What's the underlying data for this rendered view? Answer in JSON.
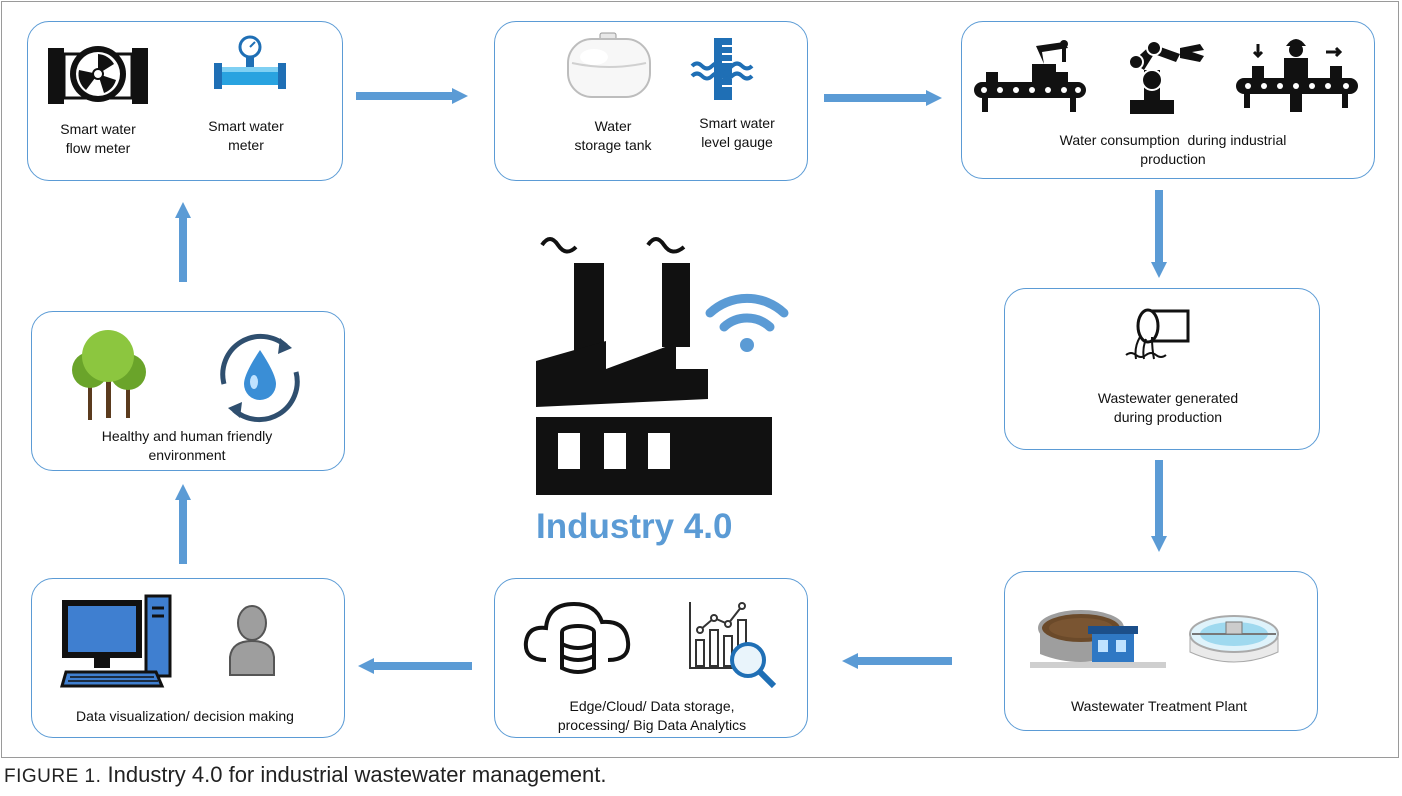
{
  "colors": {
    "accent": "#5b9bd5",
    "icon_dark": "#111111",
    "border": "#5b9bd5"
  },
  "center": {
    "title": "Industry 4.0"
  },
  "boxes": {
    "meters": {
      "label_a": "Smart water\nflow meter",
      "label_b": "Smart water\nmeter"
    },
    "storage": {
      "label_a": "Water\nstorage tank",
      "label_b": "Smart water\nlevel gauge"
    },
    "consumption": {
      "label": "Water consumption  during industrial\nproduction"
    },
    "wastewater": {
      "label": "Wastewater generated\nduring production"
    },
    "treatment": {
      "label": "Wastewater Treatment Plant"
    },
    "cloud": {
      "label": "Edge/Cloud/ Data storage,\nprocessing/ Big Data Analytics"
    },
    "visualization": {
      "label": "Data visualization/ decision making"
    },
    "environment": {
      "label": "Healthy and human friendly\nenvironment"
    }
  },
  "caption": {
    "figure": "FIGURE 1.",
    "text": " Industry 4.0 for industrial wastewater management."
  }
}
